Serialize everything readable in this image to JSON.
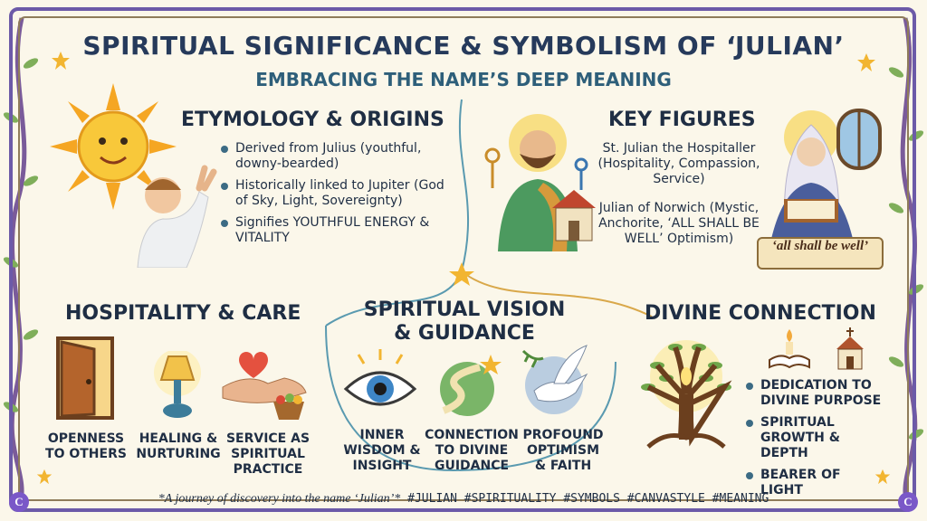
{
  "header": {
    "title": "SPIRITUAL SIGNIFICANCE & SYMBOLISM OF ‘JULIAN’",
    "subtitle": "EMBRACING THE NAME’S DEEP MEANING"
  },
  "etymology": {
    "title": "ETYMOLOGY & ORIGINS",
    "items": [
      "Derived from Julius (youthful, downy-bearded)",
      "Historically linked to Jupiter (God of Sky, Light, Sovereignty)",
      "Signifies YOUTHFUL ENERGY & VITALITY"
    ]
  },
  "key_figures": {
    "title": "KEY FIGURES",
    "figure1": "St. Julian the Hospitaller (Hospitality, Compassion, Service)",
    "figure2": "Julian of Norwich (Mystic, Anchorite, ‘ALL SHALL BE WELL’ Optimism)",
    "quote": "‘all shall be well’"
  },
  "hospitality": {
    "title": "HOSPITALITY & CARE",
    "items": [
      "OPENNESS TO OTHERS",
      "HEALING & NURTURING",
      "SERVICE AS SPIRITUAL PRACTICE"
    ]
  },
  "vision": {
    "title_line1": "SPIRITUAL VISION",
    "title_line2": "& GUIDANCE",
    "items": [
      "INNER WISDOM & INSIGHT",
      "CONNECTION TO DIVINE GUIDANCE",
      "PROFOUND OPTIMISM & FAITH"
    ]
  },
  "divine": {
    "title": "DIVINE CONNECTION",
    "items": [
      "DEDICATION TO DIVINE PURPOSE",
      "SPIRITUAL GROWTH & DEPTH",
      "BEARER OF LIGHT"
    ]
  },
  "footer": {
    "tagline": "*A journey of discovery into the name ‘Julian’*",
    "tags": "#JULIAN #SPIRITUALITY #SYMBOLS #CANVASTYLE #MEANING"
  },
  "badge": {
    "letter": "C"
  },
  "colors": {
    "frame": "#6c5aa8",
    "title": "#263a5b",
    "accent": "#3c6b84",
    "gold": "#f4b42a"
  }
}
